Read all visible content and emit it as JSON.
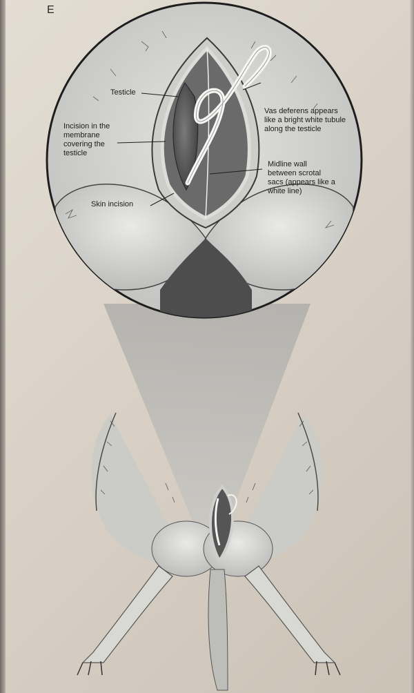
{
  "figure_letter": "E",
  "labels": {
    "testicle": "Testicle",
    "vas_deferens": "Vas deferens appears like a bright white tubule along the testicle",
    "incision_membrane": "Incision in the membrane covering the testicle",
    "midline_wall": "Midline wall between scrotal sacs (appears like a white line)",
    "skin_incision": "Skin incision"
  },
  "colors": {
    "page": "#ddd5ca",
    "lens_fill": "#d6d6d4",
    "cone": "#b7b7b5",
    "testicle": "#5c5c5c",
    "vas": "#f4f4f2",
    "incision_edge": "#cfcfcc"
  }
}
